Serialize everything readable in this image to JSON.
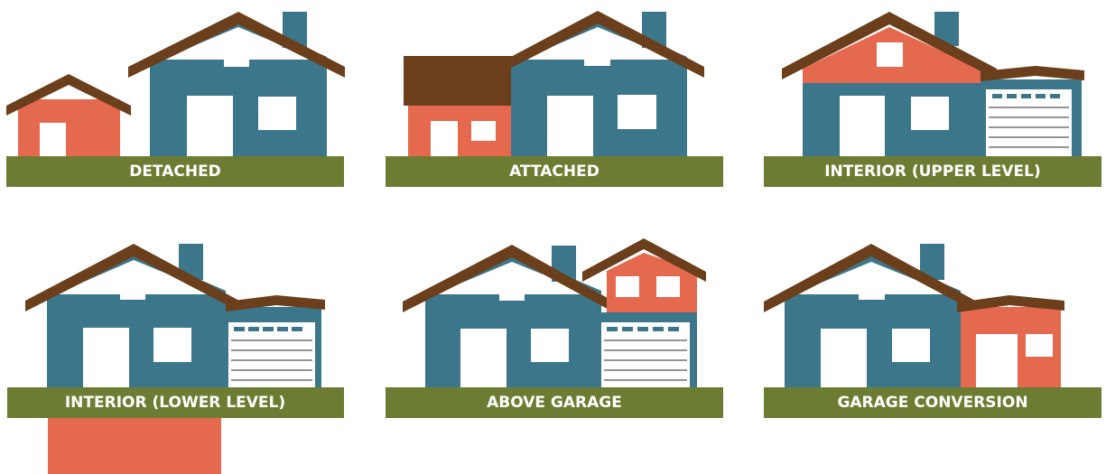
{
  "colors": {
    "teal": "#3b768a",
    "coral": "#e5694f",
    "roof": "#6b3f1c",
    "grass": "#6c7d33",
    "window": "#ffffff",
    "label_text": "#ffffff"
  },
  "panels": [
    {
      "id": "detached",
      "label": "DETACHED"
    },
    {
      "id": "attached",
      "label": "ATTACHED"
    },
    {
      "id": "interior-upper",
      "label": "INTERIOR (UPPER LEVEL)"
    },
    {
      "id": "interior-lower",
      "label": "INTERIOR (LOWER LEVEL)"
    },
    {
      "id": "above-garage",
      "label": "ABOVE GARAGE"
    },
    {
      "id": "garage-conversion",
      "label": "GARAGE CONVERSION"
    }
  ]
}
